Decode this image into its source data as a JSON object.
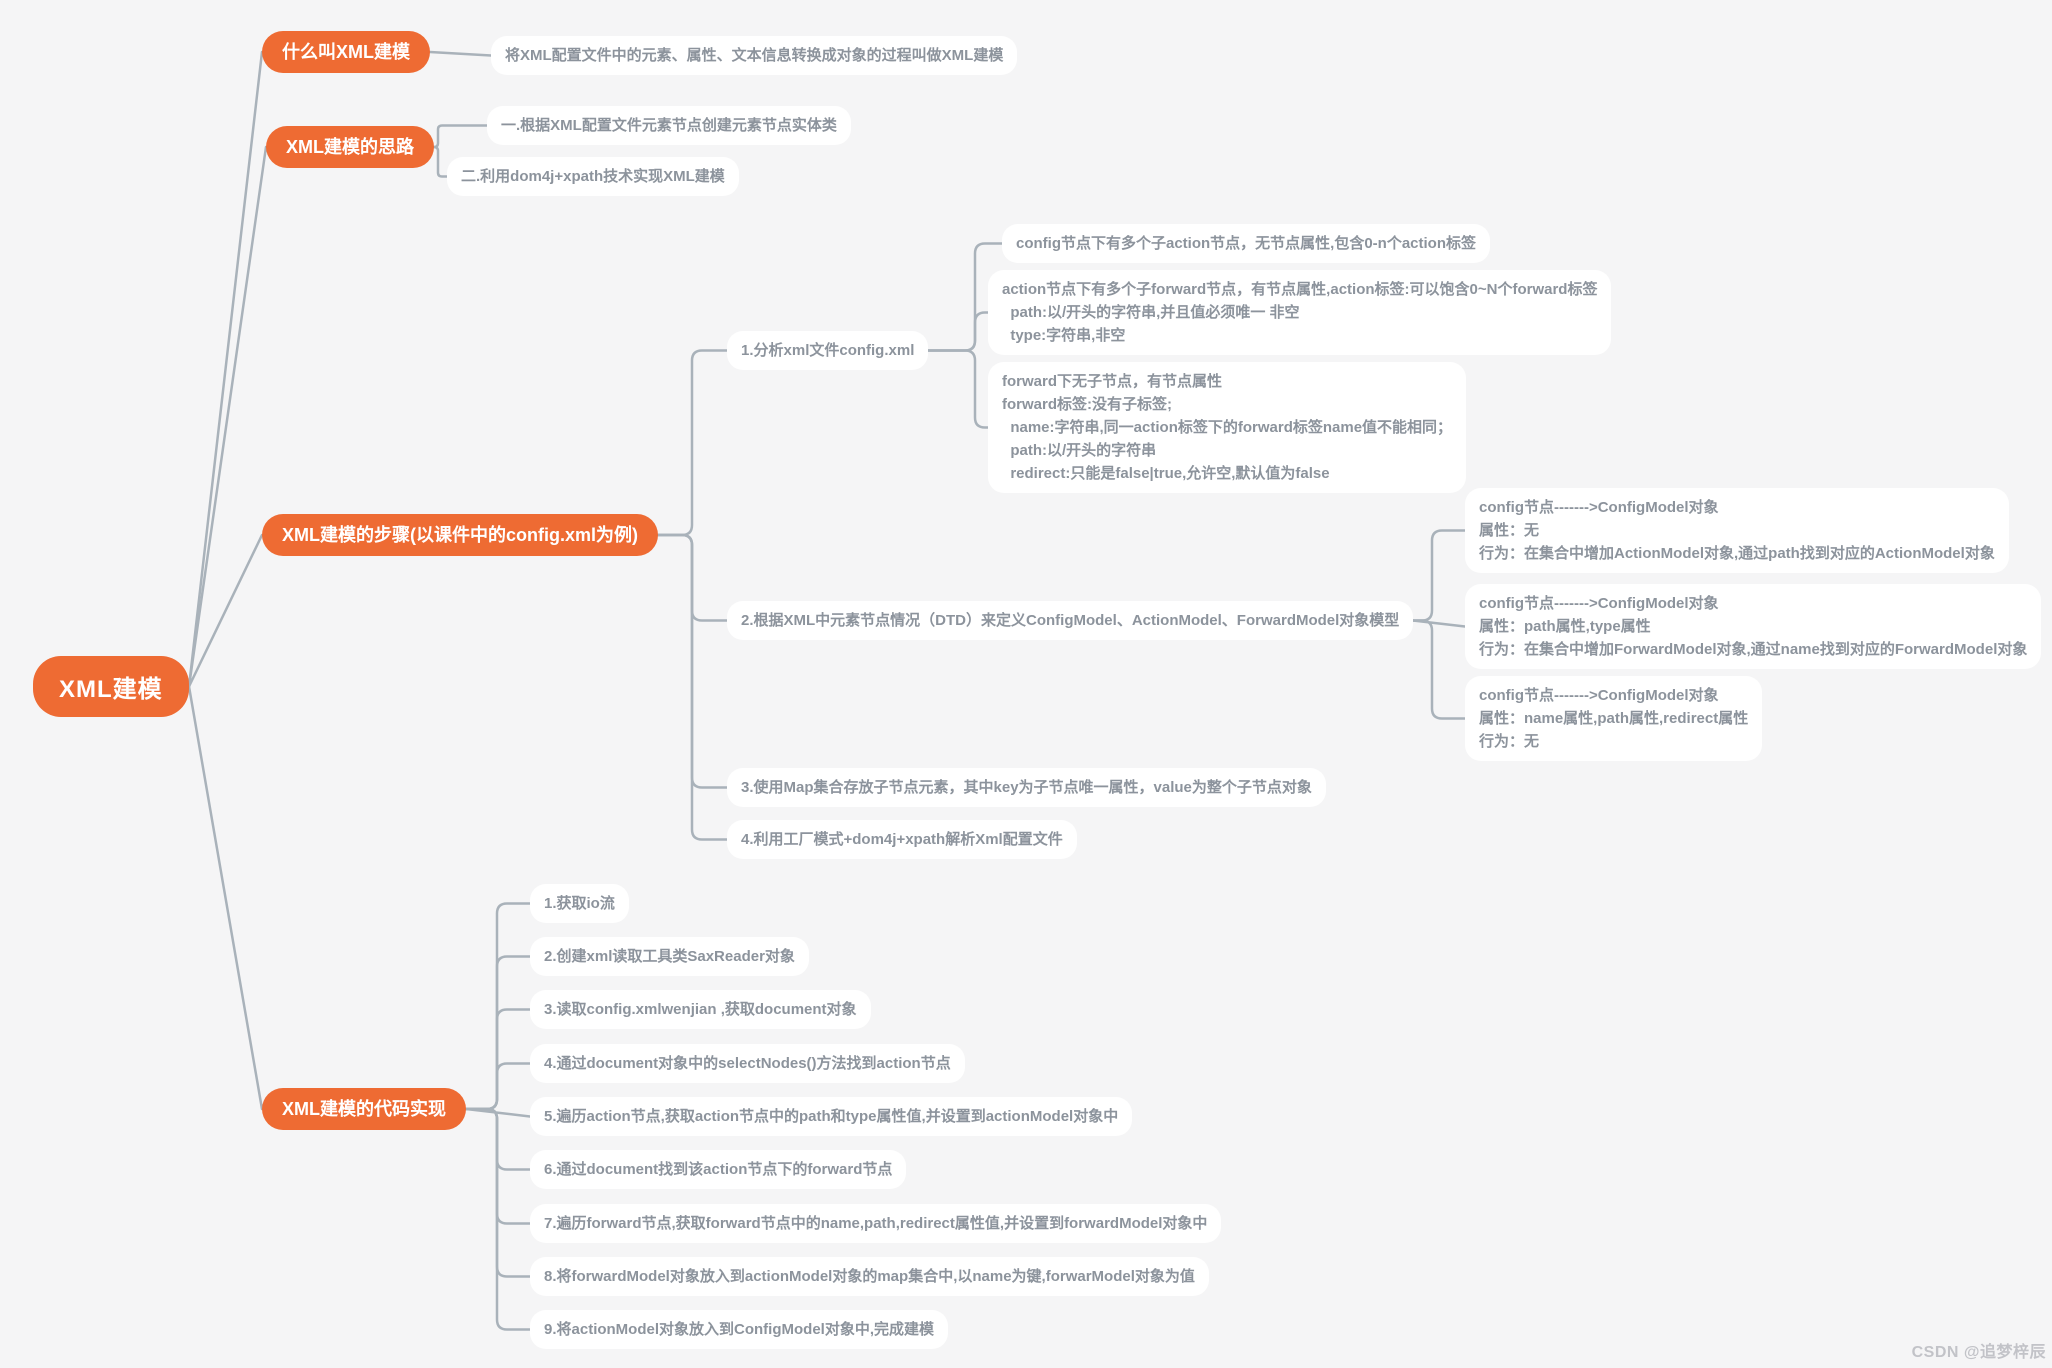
{
  "colors": {
    "background": "#f5f5f6",
    "accent": "#EE6B33",
    "bubble_text": "#8C939C",
    "connector": "#A9B2BA",
    "watermark": "#C2C3C8"
  },
  "root": {
    "label": "XML建模"
  },
  "branches": [
    {
      "label": "什么叫XML建模",
      "children": [
        {
          "text": "将XML配置文件中的元素、属性、文本信息转换成对象的过程叫做XML建模"
        }
      ]
    },
    {
      "label": "XML建模的思路",
      "children": [
        {
          "text": "一.根据XML配置文件元素节点创建元素节点实体类"
        },
        {
          "text": "二.利用dom4j+xpath技术实现XML建模"
        }
      ]
    },
    {
      "label": "XML建模的步骤(以课件中的config.xml为例)",
      "children": [
        {
          "text": "1.分析xml文件config.xml",
          "notes": [
            {
              "lines": [
                "config节点下有多个子action节点，无节点属性,包含0-n个action标签"
              ]
            },
            {
              "lines": [
                "action节点下有多个子forward节点，有节点属性,action标签:可以饱含0~N个forward标签",
                "  path:以/开头的字符串,并且值必须唯一 非空",
                "  type:字符串,非空"
              ]
            },
            {
              "lines": [
                "forward下无子节点，有节点属性",
                "forward标签:没有子标签;",
                "  name:字符串,同一action标签下的forward标签name值不能相同；",
                "  path:以/开头的字符串",
                "  redirect:只能是false|true,允许空,默认值为false"
              ]
            }
          ]
        },
        {
          "text": "2.根据XML中元素节点情况（DTD）来定义ConfigModel、ActionModel、ForwardModel对象模型",
          "notes": [
            {
              "lines": [
                "config节点------->ConfigModel对象",
                "属性：无",
                "行为：在集合中增加ActionModel对象,通过path找到对应的ActionModel对象"
              ]
            },
            {
              "lines": [
                "config节点------->ConfigModel对象",
                "属性：path属性,type属性",
                "行为：在集合中增加ForwardModel对象,通过name找到对应的ForwardModel对象"
              ]
            },
            {
              "lines": [
                "config节点------->ConfigModel对象",
                "属性：name属性,path属性,redirect属性",
                "行为：无"
              ]
            }
          ]
        },
        {
          "text": "3.使用Map集合存放子节点元素，其中key为子节点唯一属性，value为整个子节点对象"
        },
        {
          "text": "4.利用工厂模式+dom4j+xpath解析Xml配置文件"
        }
      ]
    },
    {
      "label": "XML建模的代码实现",
      "children": [
        {
          "text": "1.获取io流"
        },
        {
          "text": "2.创建xml读取工具类SaxReader对象"
        },
        {
          "text": "3.读取config.xmlwenjian ,获取document对象"
        },
        {
          "text": "4.通过document对象中的selectNodes()方法找到action节点"
        },
        {
          "text": "5.遍历action节点,获取action节点中的path和type属性值,并设置到actionModel对象中"
        },
        {
          "text": "6.通过document找到该action节点下的forward节点"
        },
        {
          "text": "7.遍历forward节点,获取forward节点中的name,path,redirect属性值,并设置到forwardModel对象中"
        },
        {
          "text": "8.将forwardModel对象放入到actionModel对象的map集合中,以name为键,forwarModel对象为值"
        },
        {
          "text": "9.将actionModel对象放入到ConfigModel对象中,完成建模"
        }
      ]
    }
  ],
  "watermark": "CSDN @追梦梓辰"
}
